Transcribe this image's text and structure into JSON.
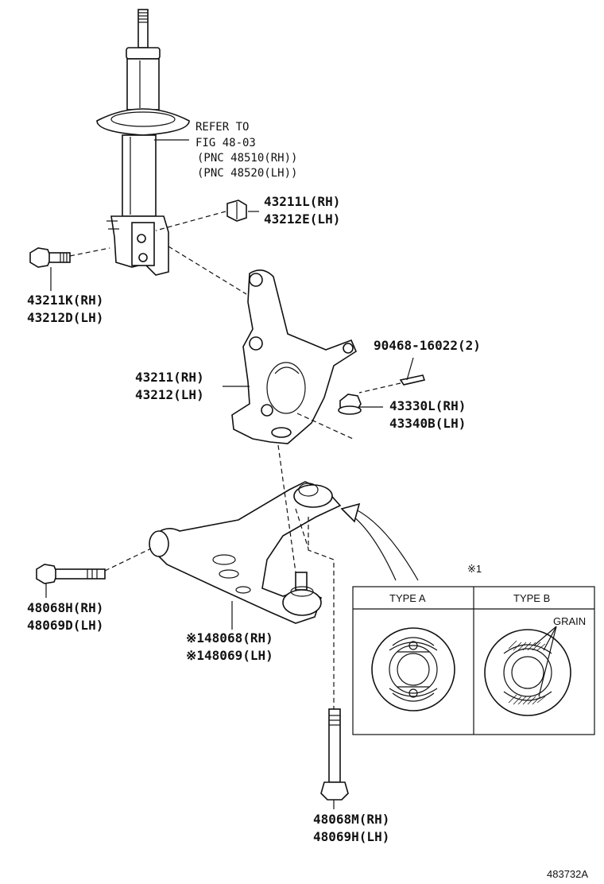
{
  "labels": {
    "strut_ref_1": "REFER TO",
    "strut_ref_2": "FIG 48-03",
    "strut_ref_3": "(PNC 48510(RH))",
    "strut_ref_4": "(PNC 48520(LH))",
    "nut_top_rh": "43211L(RH)",
    "nut_top_lh": "43212E(LH)",
    "bolt_strut_rh": "43211K(RH)",
    "bolt_strut_lh": "43212D(LH)",
    "knuckle_rh": "43211(RH)",
    "knuckle_lh": "43212(LH)",
    "cotter_pin": "90468-16022(2)",
    "castle_nut_rh": "43330L(RH)",
    "castle_nut_lh": "43340B(LH)",
    "arm_bolt_rh": "48068H(RH)",
    "arm_bolt_lh": "48069D(LH)",
    "lower_arm_rh": "※148068(RH)",
    "lower_arm_lh": "※148069(LH)",
    "bottom_bolt_rh": "48068M(RH)",
    "bottom_bolt_lh": "48069H(LH)"
  },
  "inset": {
    "marker": "※1",
    "type_a": "TYPE A",
    "type_b": "TYPE B",
    "grain": "GRAIN"
  },
  "figure_id": "483732A"
}
